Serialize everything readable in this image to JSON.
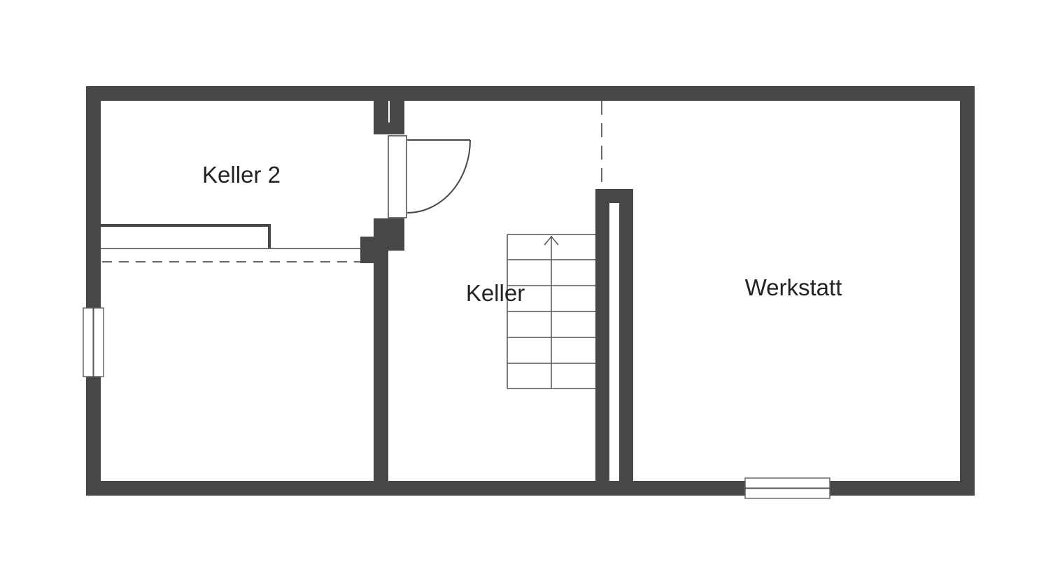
{
  "floorplan": {
    "title": "",
    "rooms": [
      {
        "id": "keller2",
        "label": "Keller 2"
      },
      {
        "id": "keller",
        "label": "Keller"
      },
      {
        "id": "werkstatt",
        "label": "Werkstatt"
      }
    ],
    "stair_direction": "up",
    "colors": {
      "wall": "#474747",
      "background": "#ffffff",
      "text": "#222222"
    }
  }
}
